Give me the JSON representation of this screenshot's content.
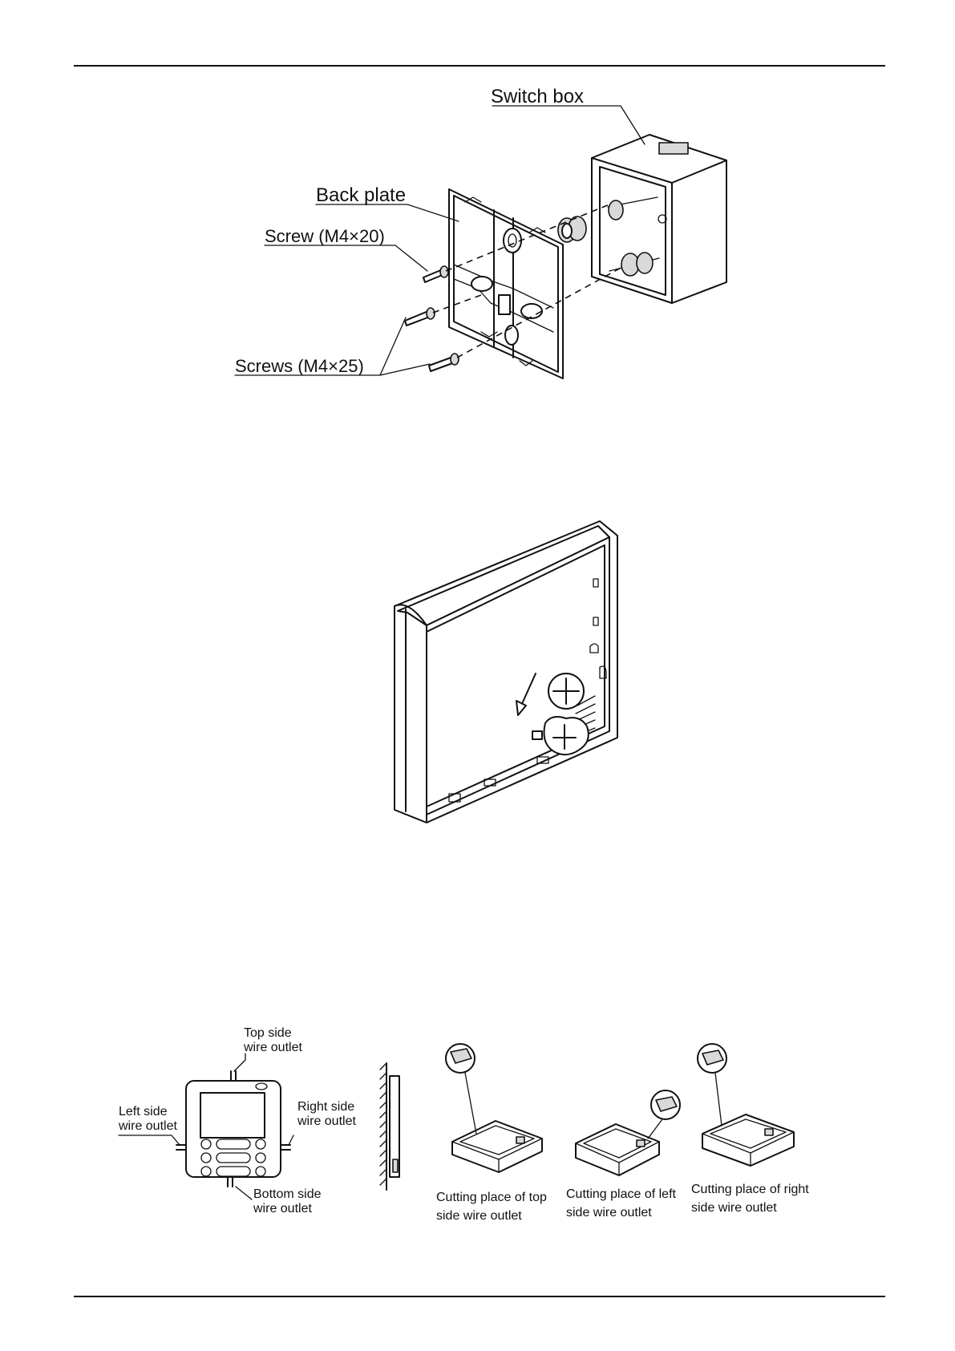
{
  "figure1": {
    "switch_box": "Switch box",
    "back_plate": "Back plate",
    "screw_top": "Screw (M4×20)",
    "screws_bottom": "Screws (M4×25)"
  },
  "figure3": {
    "top_outlet": [
      "Top side",
      "wire outlet"
    ],
    "left_outlet": [
      "Left side",
      "wire outlet"
    ],
    "right_outlet": [
      "Right side",
      "wire outlet"
    ],
    "bottom_outlet": [
      "Bottom side",
      "wire outlet"
    ],
    "cut_top": [
      "Cutting place of top",
      "side wire outlet"
    ],
    "cut_left": [
      "Cutting place of left",
      "side wire outlet"
    ],
    "cut_right": [
      "Cutting place of right",
      "side wire outlet"
    ]
  }
}
